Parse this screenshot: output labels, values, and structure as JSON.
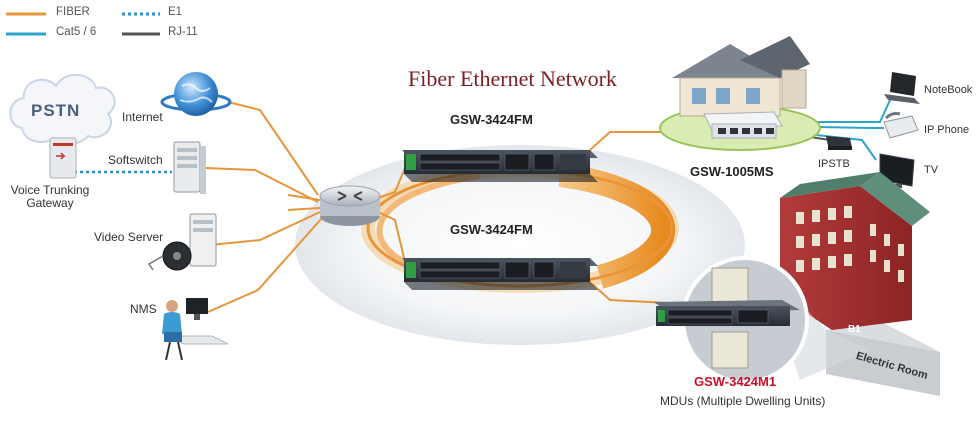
{
  "title": "Fiber Ethernet Network",
  "legend": [
    {
      "label": "FIBER",
      "color": "#e8943a",
      "style": "solid"
    },
    {
      "label": "E1",
      "color": "#2e8fce",
      "style": "dotted"
    },
    {
      "label": "Cat5 / 6",
      "color": "#2ba6cb",
      "style": "solid"
    },
    {
      "label": "RJ-11",
      "color": "#555555",
      "style": "solid"
    }
  ],
  "nodes": {
    "pstn": "PSTN",
    "voice_gateway": "Voice Trunking\nGateway",
    "internet": "Internet",
    "softswitch": "Softswitch",
    "video_server": "Video Server",
    "nms": "NMS",
    "switch_top": "GSW-3424FM",
    "switch_bottom": "GSW-3424FM",
    "home_switch": "GSW-1005MS",
    "notebook": "NoteBook",
    "ip_phone": "IP Phone",
    "ipstb": "IPSTB",
    "tv": "TV",
    "mdu_switch": "GSW-3424M1",
    "mdu_caption": "MDUs (Multiple Dwelling Units)",
    "electric_room": "Electric Room",
    "floor_b1": "B1"
  },
  "colors": {
    "fiber": "#e8943a",
    "cat5": "#2ba6cb",
    "e1": "#2e8fce",
    "rj11": "#555555",
    "title": "#7a1f24",
    "accent_red": "#c8102e"
  }
}
